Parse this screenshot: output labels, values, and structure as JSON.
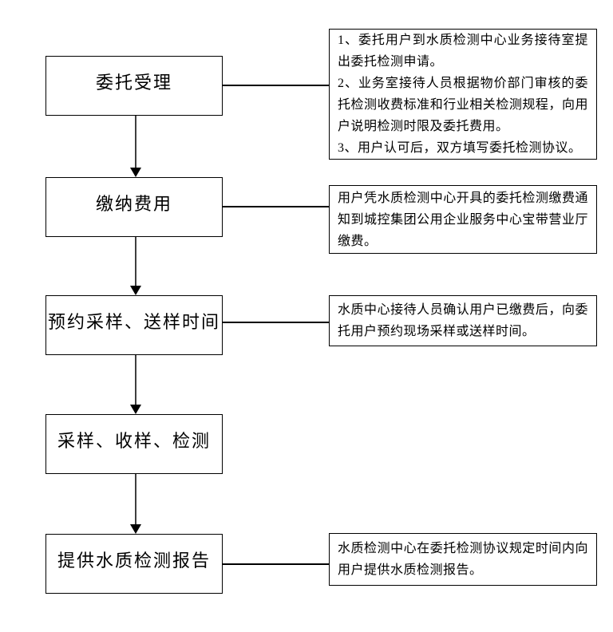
{
  "flowchart": {
    "steps": [
      {
        "label": "委托受理"
      },
      {
        "label": "缴纳费用"
      },
      {
        "label": "预约采样、送样时间"
      },
      {
        "label": "采样、收样、检测"
      },
      {
        "label": "提供水质检测报告"
      }
    ],
    "annotations": [
      {
        "text": "1、委托用户到水质检测中心业务接待室提出委托检测申请。\n2、业务室接待人员根据物价部门审核的委托检测收费标准和行业相关检测规程，向用户说明检测时限及委托费用。\n3、用户认可后，双方填写委托检测协议。"
      },
      {
        "text": "用户凭水质检测中心开具的委托检测缴费通知到城控集团公用企业服务中心宝带营业厅缴费。"
      },
      {
        "text": "水质中心接待人员确认用户已缴费后，向委托用户预约现场采样或送样时间。"
      },
      {
        "text": "水质检测中心在委托检测协议规定时间内向用户提供水质检测报告。"
      }
    ],
    "colors": {
      "box_border": "#000000",
      "text": "#000000",
      "arrow_line": "#3f3f3f",
      "arrow_head": "#000000",
      "background": "#ffffff"
    }
  }
}
